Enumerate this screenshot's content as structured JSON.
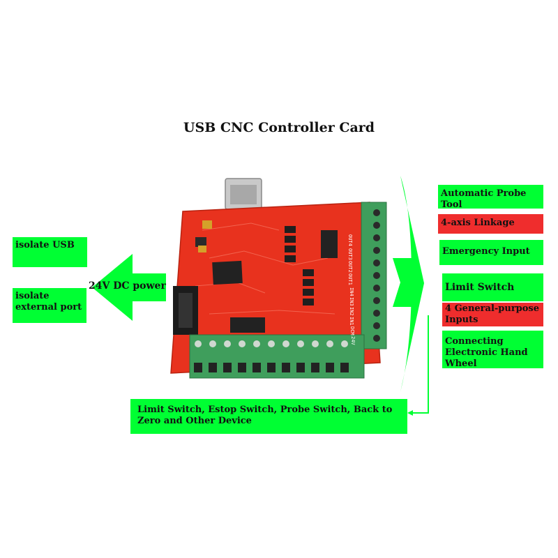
{
  "title": "USB CNC Controller Card",
  "left_labels": {
    "isolate_usb": "isolate USB",
    "isolate_port": "isolate external port",
    "power": "24V DC power"
  },
  "right_labels": [
    {
      "text": "Automatic Probe Tool",
      "color": "green"
    },
    {
      "text": "4-axis Linkage",
      "color": "red"
    },
    {
      "text": "Emergency Input",
      "color": "green"
    },
    {
      "text": "Limit Switch",
      "color": "green"
    },
    {
      "text": "4 General-purpose Inputs",
      "color": "red"
    },
    {
      "text": "Connecting Electronic Hand Wheel",
      "color": "green"
    }
  ],
  "bottom_label": "Limit Switch, Estop Switch, Probe Switch, Back to Zero and Other Device",
  "board_silkscreen": [
    "OUT4",
    "OUT3",
    "OUT2",
    "OUT1",
    "IN4",
    "IN3",
    "IN2",
    "IN1",
    "DCM",
    "24V"
  ],
  "colors": {
    "green": "#00ff33",
    "red": "#ef2d2d",
    "board": "#e8321e",
    "terminal": "#3f9e5c"
  }
}
